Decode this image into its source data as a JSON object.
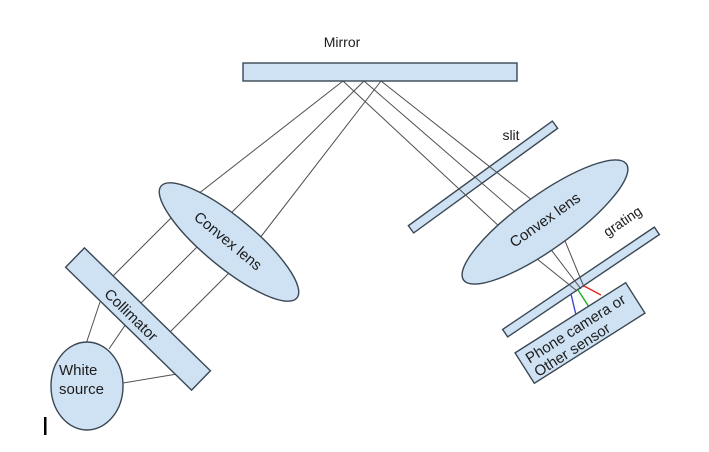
{
  "labels": {
    "mirror": "Mirror",
    "slit": "slit",
    "left_lens": "Convex lens",
    "right_lens": "Convex lens",
    "grating": "grating",
    "collimator": "Collimator",
    "source_line1": "White",
    "source_line2": "source",
    "sensor_line1": "Phone camera or",
    "sensor_line2": "Other sensor"
  },
  "colors": {
    "shape-fill": "#cfe2f3",
    "shape-stroke": "#3a4754",
    "ray": "#4f4f4f",
    "ray-red": "#e5261d",
    "ray-green": "#1eb11e",
    "ray-blue": "#3c46cf",
    "text": "#1c1c1c"
  }
}
